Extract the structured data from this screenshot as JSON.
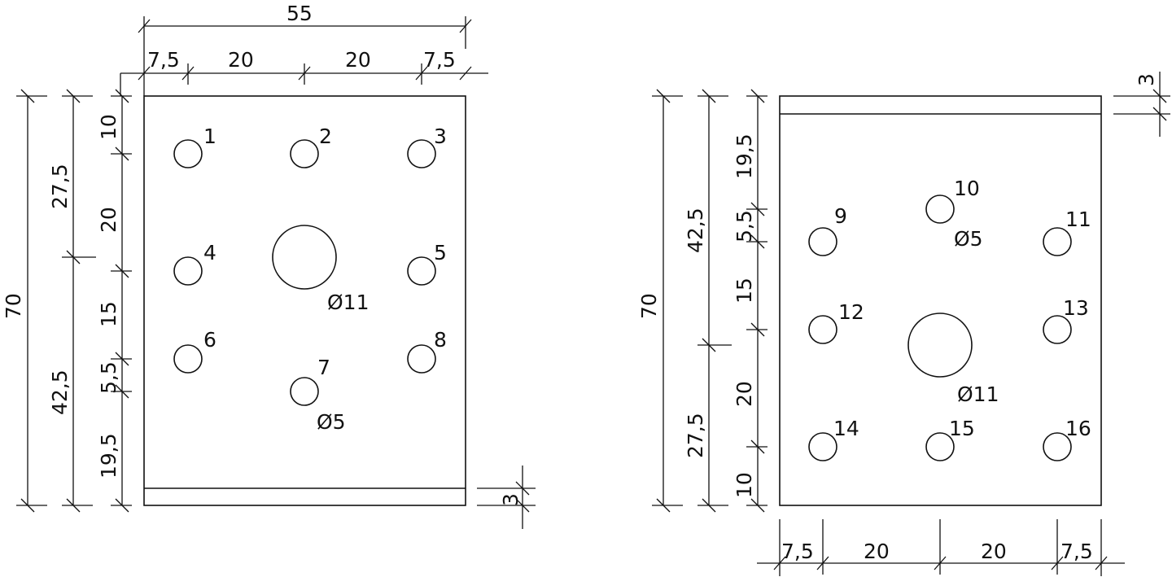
{
  "drawing": {
    "plates": [
      {
        "id": "left",
        "hole_numbers": [
          "1",
          "2",
          "3",
          "4",
          "5",
          "6",
          "7",
          "8"
        ],
        "small_hole_label": "Ø5",
        "big_hole_label": "Ø11",
        "top_overall": "55",
        "top_segments": [
          "7,5",
          "20",
          "20",
          "7,5"
        ],
        "left_overall": "70",
        "left_split": [
          "27,5",
          "42,5"
        ],
        "left_chain": [
          "10",
          "20",
          "15",
          "5,5",
          "19,5"
        ],
        "flange": "3"
      },
      {
        "id": "right",
        "hole_numbers": [
          "9",
          "10",
          "11",
          "12",
          "13",
          "14",
          "15",
          "16"
        ],
        "small_hole_label": "Ø5",
        "big_hole_label": "Ø11",
        "bottom_segments": [
          "7,5",
          "20",
          "20",
          "7,5"
        ],
        "left_overall": "70",
        "left_split": [
          "42,5",
          "27,5"
        ],
        "left_chain": [
          "19,5",
          "5,5",
          "15",
          "20",
          "10"
        ],
        "flange": "3"
      }
    ]
  }
}
